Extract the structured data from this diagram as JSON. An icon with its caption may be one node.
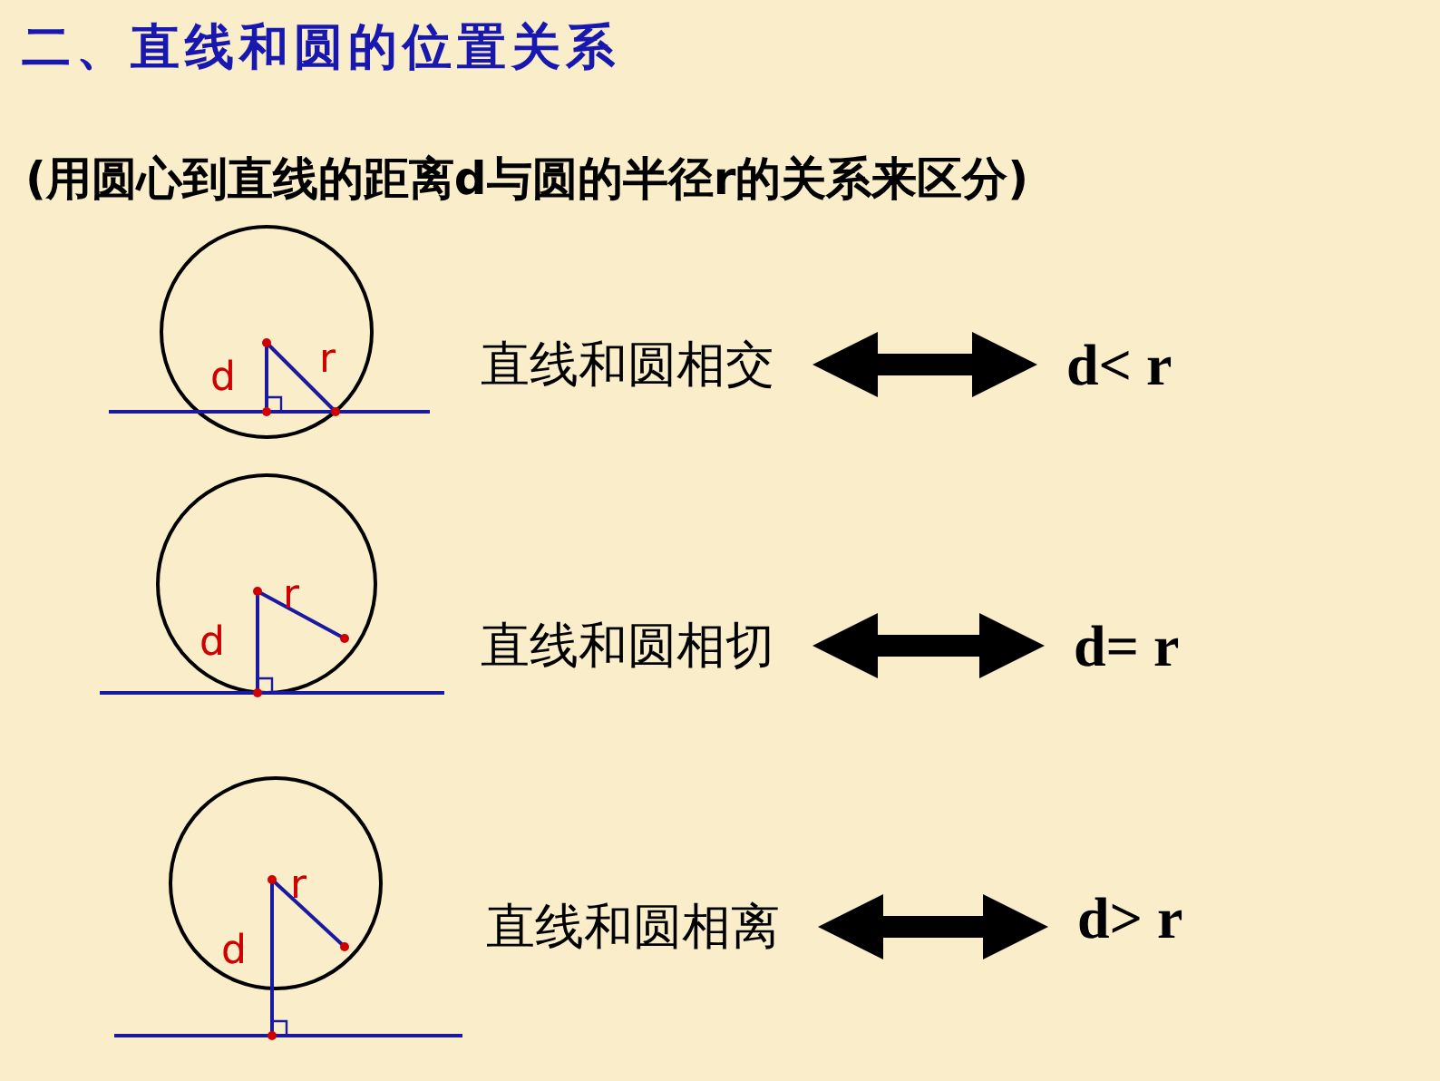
{
  "diagram": {
    "title": "二、直线和圆的位置关系",
    "nodes": [
      {
        "text": [
          "直线和圆相交"
        ]
      },
      {
        "text": [
          "d< r"
        ]
      },
      {
        "text": [
          "直线和圆相切"
        ]
      },
      {
        "text": [
          "d= r"
        ]
      },
      {
        "text": [
          "直线和圆相离"
        ]
      },
      {
        "text": [
          "d> r"
        ]
      }
    ],
    "edges": [
      {
        "from": 0,
        "to": 1,
        "arrow": "both"
      },
      {
        "from": 2,
        "to": 3,
        "arrow": "both"
      },
      {
        "from": 4,
        "to": 5,
        "arrow": "both"
      }
    ],
    "labels": [
      "(用圆心到直线的距离d与圆的半径r的关系来区分)",
      "d",
      "r",
      "r",
      "d",
      "r",
      "d"
    ]
  }
}
